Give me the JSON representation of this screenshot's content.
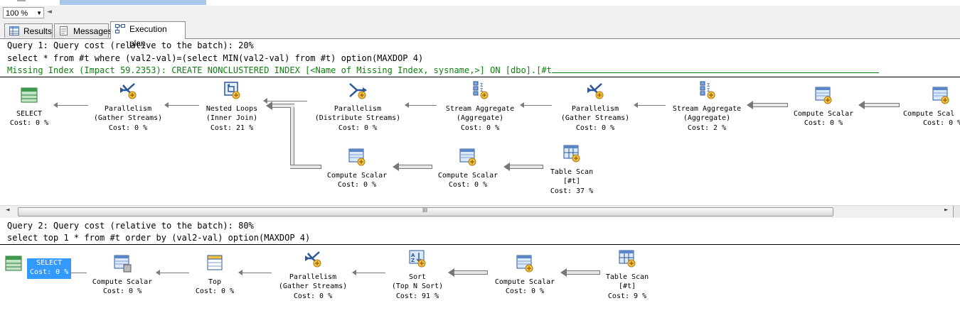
{
  "zoom": {
    "value": "100 %"
  },
  "tabs": [
    {
      "label": "Results",
      "icon": "grid-icon",
      "active": false
    },
    {
      "label": "Messages",
      "icon": "messages-icon",
      "active": false
    },
    {
      "label": "Execution plan",
      "icon": "execution-plan-icon",
      "active": true
    }
  ],
  "query1": {
    "header": "Query 1: Query cost (relative to the batch): 20%",
    "sql": "select * from #t where (val2-val)=(select MIN(val2-val) from #t) option(MAXDOP 4)",
    "missing_index": "Missing Index (Impact 59.2353): CREATE NONCLUSTERED INDEX [<Name of Missing Index, sysname,>] ON [dbo].[#t",
    "nodes": [
      {
        "id": "select",
        "l1": "SELECT",
        "l2": "",
        "cost": "Cost: 0 %",
        "icon": "select-icon"
      },
      {
        "id": "par1",
        "l1": "Parallelism",
        "l2": "(Gather Streams)",
        "cost": "Cost: 0 %",
        "icon": "parallelism-icon"
      },
      {
        "id": "nl",
        "l1": "Nested Loops",
        "l2": "(Inner Join)",
        "cost": "Cost: 21 %",
        "icon": "nested-loops-icon"
      },
      {
        "id": "par2",
        "l1": "Parallelism",
        "l2": "(Distribute Streams)",
        "cost": "Cost: 0 %",
        "icon": "parallelism-icon"
      },
      {
        "id": "sa1",
        "l1": "Stream Aggregate",
        "l2": "(Aggregate)",
        "cost": "Cost: 0 %",
        "icon": "stream-aggregate-icon"
      },
      {
        "id": "par3",
        "l1": "Parallelism",
        "l2": "(Gather Streams)",
        "cost": "Cost: 0 %",
        "icon": "parallelism-icon"
      },
      {
        "id": "sa2",
        "l1": "Stream Aggregate",
        "l2": "(Aggregate)",
        "cost": "Cost: 2 %",
        "icon": "stream-aggregate-icon"
      },
      {
        "id": "cs1",
        "l1": "Compute Scalar",
        "l2": "",
        "cost": "Cost: 0 %",
        "icon": "compute-scalar-icon"
      },
      {
        "id": "cs2",
        "l1": "Compute Scal",
        "l2": "",
        "cost": "Cost: 0 %",
        "icon": "compute-scalar-icon"
      },
      {
        "id": "cs3",
        "l1": "Compute Scalar",
        "l2": "",
        "cost": "Cost: 0 %",
        "icon": "compute-scalar-icon"
      },
      {
        "id": "cs4",
        "l1": "Compute Scalar",
        "l2": "",
        "cost": "Cost: 0 %",
        "icon": "compute-scalar-icon"
      },
      {
        "id": "ts1",
        "l1": "Table Scan",
        "l2": "[#t]",
        "cost": "Cost: 37 %",
        "icon": "table-scan-icon"
      }
    ]
  },
  "scroll": {
    "grip": "III"
  },
  "query2": {
    "header": "Query 2: Query cost (relative to the batch): 80%",
    "sql": "select top 1 * from #t order by (val2-val) option(MAXDOP 4)",
    "nodes": [
      {
        "id": "select2",
        "l1": "SELECT",
        "l2": "",
        "cost": "Cost: 0 %",
        "icon": "select-icon"
      },
      {
        "id": "cs5",
        "l1": "Compute Scalar",
        "l2": "",
        "cost": "Cost: 0 %",
        "icon": "compute-scalar-icon"
      },
      {
        "id": "top",
        "l1": "Top",
        "l2": "",
        "cost": "Cost: 0 %",
        "icon": "top-icon"
      },
      {
        "id": "par4",
        "l1": "Parallelism",
        "l2": "(Gather Streams)",
        "cost": "Cost: 0 %",
        "icon": "parallelism-icon"
      },
      {
        "id": "sort",
        "l1": "Sort",
        "l2": "(Top N Sort)",
        "cost": "Cost: 91 %",
        "icon": "sort-icon"
      },
      {
        "id": "cs6",
        "l1": "Compute Scalar",
        "l2": "",
        "cost": "Cost: 0 %",
        "icon": "compute-scalar-icon"
      },
      {
        "id": "ts2",
        "l1": "Table Scan",
        "l2": "[#t]",
        "cost": "Cost: 9 %",
        "icon": "table-scan-icon"
      }
    ]
  },
  "colors": {
    "missing_index": "#108010",
    "selection": "#3399ff"
  }
}
